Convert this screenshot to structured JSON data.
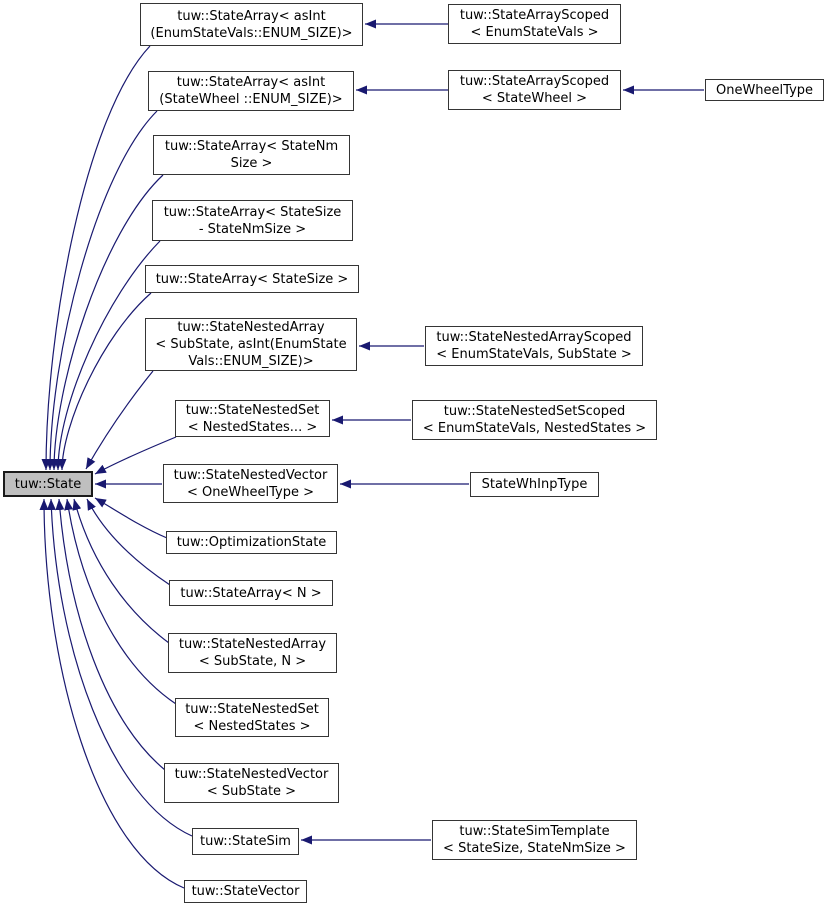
{
  "diagram_type": "doxygen-inheritance-graph",
  "colors": {
    "edge": "#191970",
    "node_border": "#353535",
    "node_fill": "#ffffff",
    "root_fill": "#bfbfbf",
    "text": "#000000"
  },
  "root": {
    "id": "tuw_state",
    "label": "tuw::State"
  },
  "nodes": [
    {
      "id": "statearray_enumstatevals",
      "label": "tuw::StateArray< asInt\n(EnumStateVals::ENUM_SIZE)>"
    },
    {
      "id": "statearray_statewheel",
      "label": "tuw::StateArray< asInt\n(StateWheel ::ENUM_SIZE)>"
    },
    {
      "id": "statearray_statenmsize",
      "label": "tuw::StateArray< StateNm\nSize >"
    },
    {
      "id": "statearray_statesize_minus",
      "label": "tuw::StateArray< StateSize\n- StateNmSize >"
    },
    {
      "id": "statearray_statesize",
      "label": "tuw::StateArray< StateSize >"
    },
    {
      "id": "statenestedarray_substate_enum",
      "label": "tuw::StateNestedArray\n< SubState, asInt(EnumState\nVals::ENUM_SIZE)>"
    },
    {
      "id": "statenestedset_variadic",
      "label": "tuw::StateNestedSet\n< NestedStates... >"
    },
    {
      "id": "statenestedvector_onewheeltype",
      "label": "tuw::StateNestedVector\n< OneWheelType >"
    },
    {
      "id": "optimizationstate",
      "label": "tuw::OptimizationState"
    },
    {
      "id": "statearray_n",
      "label": "tuw::StateArray< N >"
    },
    {
      "id": "statenestedarray_substate_n",
      "label": "tuw::StateNestedArray\n< SubState, N >"
    },
    {
      "id": "statenestedset_nestedstates",
      "label": "tuw::StateNestedSet\n< NestedStates >"
    },
    {
      "id": "statenestedvector_substate",
      "label": "tuw::StateNestedVector\n< SubState >"
    },
    {
      "id": "statesim",
      "label": "tuw::StateSim"
    },
    {
      "id": "statevector",
      "label": "tuw::StateVector"
    },
    {
      "id": "statearrayscoped_enumstatevals",
      "label": "tuw::StateArrayScoped\n< EnumStateVals >"
    },
    {
      "id": "statearrayscoped_statewheel",
      "label": "tuw::StateArrayScoped\n< StateWheel >"
    },
    {
      "id": "onewheeltype",
      "label": "OneWheelType"
    },
    {
      "id": "statenestedarrayscoped",
      "label": "tuw::StateNestedArrayScoped\n< EnumStateVals, SubState >"
    },
    {
      "id": "statenestedsetscoped",
      "label": "tuw::StateNestedSetScoped\n< EnumStateVals, NestedStates >"
    },
    {
      "id": "statewhinptype",
      "label": "StateWhInpType"
    },
    {
      "id": "statesimtemplate",
      "label": "tuw::StateSimTemplate\n< StateSize, StateNmSize >"
    }
  ],
  "edges": [
    {
      "from": "statearray_enumstatevals",
      "to": "tuw_state"
    },
    {
      "from": "statearray_statewheel",
      "to": "tuw_state"
    },
    {
      "from": "statearray_statenmsize",
      "to": "tuw_state"
    },
    {
      "from": "statearray_statesize_minus",
      "to": "tuw_state"
    },
    {
      "from": "statearray_statesize",
      "to": "tuw_state"
    },
    {
      "from": "statenestedarray_substate_enum",
      "to": "tuw_state"
    },
    {
      "from": "statenestedset_variadic",
      "to": "tuw_state"
    },
    {
      "from": "statenestedvector_onewheeltype",
      "to": "tuw_state"
    },
    {
      "from": "optimizationstate",
      "to": "tuw_state"
    },
    {
      "from": "statearray_n",
      "to": "tuw_state"
    },
    {
      "from": "statenestedarray_substate_n",
      "to": "tuw_state"
    },
    {
      "from": "statenestedset_nestedstates",
      "to": "tuw_state"
    },
    {
      "from": "statenestedvector_substate",
      "to": "tuw_state"
    },
    {
      "from": "statesim",
      "to": "tuw_state"
    },
    {
      "from": "statevector",
      "to": "tuw_state"
    },
    {
      "from": "statearrayscoped_enumstatevals",
      "to": "statearray_enumstatevals"
    },
    {
      "from": "statearrayscoped_statewheel",
      "to": "statearray_statewheel"
    },
    {
      "from": "onewheeltype",
      "to": "statearrayscoped_statewheel"
    },
    {
      "from": "statenestedarrayscoped",
      "to": "statenestedarray_substate_enum"
    },
    {
      "from": "statenestedsetscoped",
      "to": "statenestedset_variadic"
    },
    {
      "from": "statewhinptype",
      "to": "statenestedvector_onewheeltype"
    },
    {
      "from": "statesimtemplate",
      "to": "statesim"
    }
  ]
}
